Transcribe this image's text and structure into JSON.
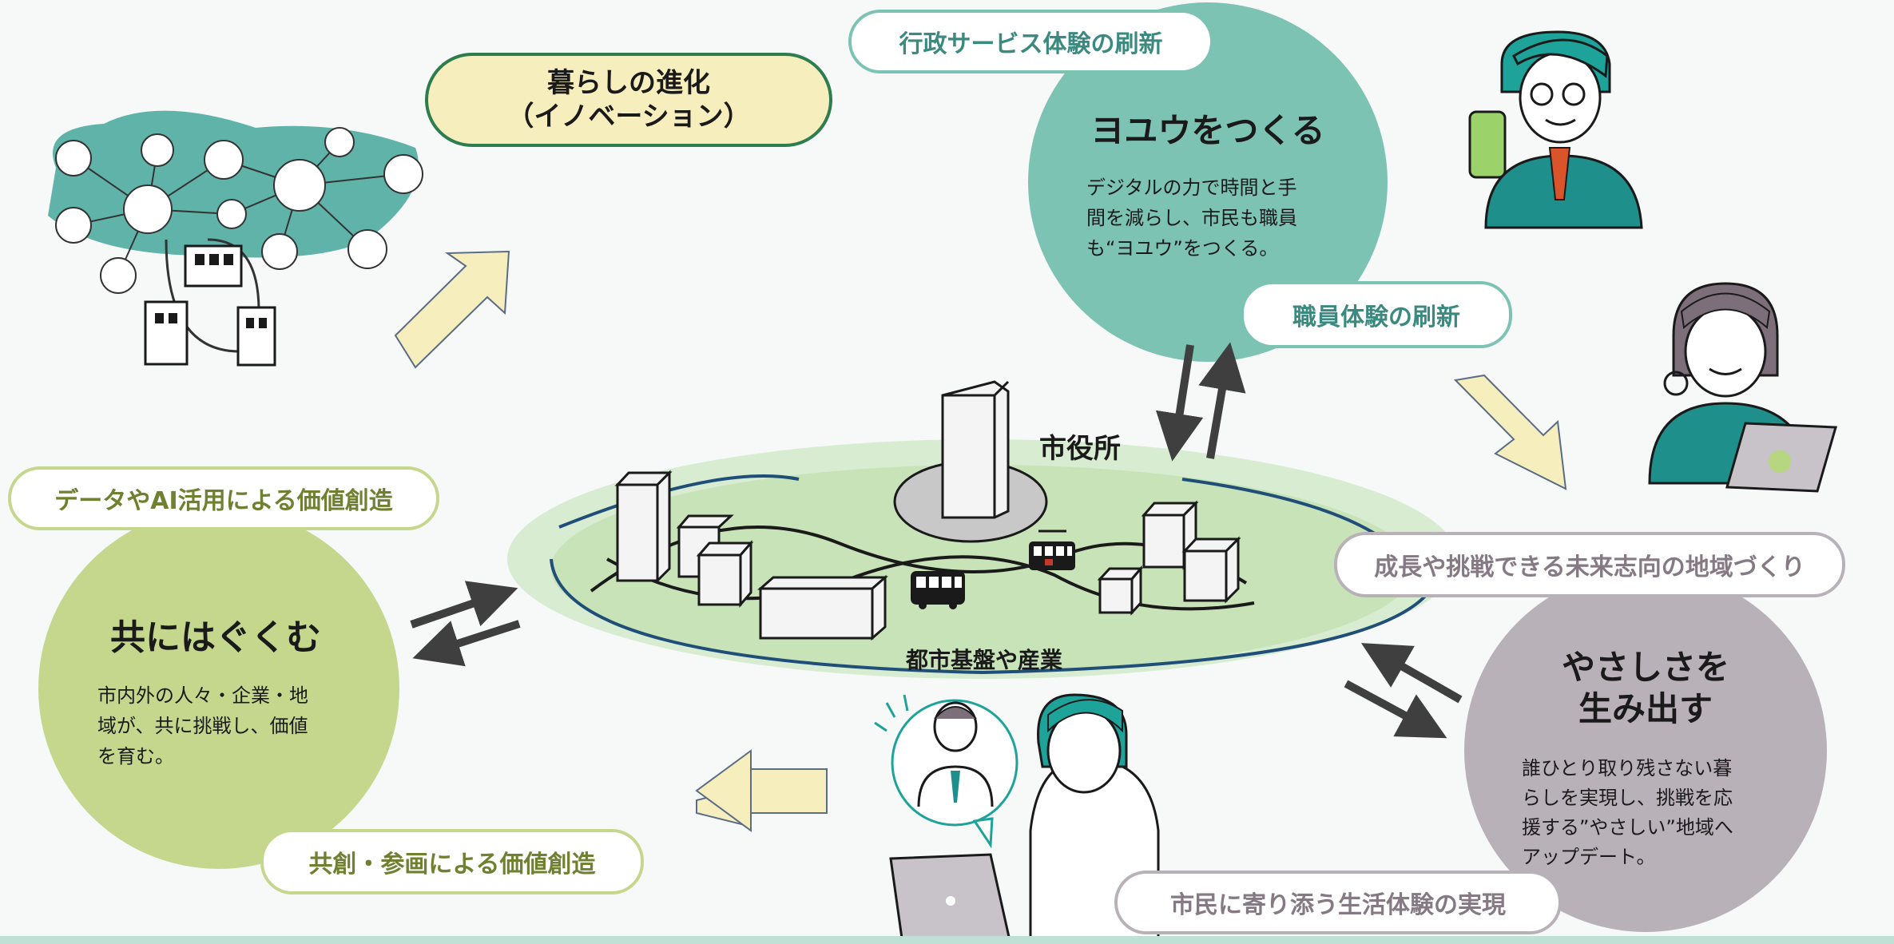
{
  "colors": {
    "teal": "#7cc3b4",
    "olive": "#c5d78d",
    "mauve": "#b9b1b8",
    "cream": "#f7eebd",
    "dark_arrow": "#3f3f3f",
    "pale_green": "#cfe8c5"
  },
  "innovation": {
    "line1": "暮らしの進化",
    "line2": "（イノベーション）"
  },
  "yoyu": {
    "tag": "行政サービス体験の刷新",
    "title": "ヨユウをつくる",
    "body": [
      "デジタルの力で時間と手",
      "間を減らし、市民も職員",
      "も“ヨユウ”をつくる。"
    ],
    "tag2": "職員体験の刷新"
  },
  "hagukumu": {
    "tag": "データやAI活用による価値創造",
    "title": "共にはぐくむ",
    "body": [
      "市内外の人々・企業・地",
      "域が、共に挑戦し、価値",
      "を育む。"
    ],
    "tag2": "共創・参画による価値創造"
  },
  "yasashisa": {
    "tag": "成長や挑戦できる未来志向の地域づくり",
    "title_line1": "やさしさを",
    "title_line2": "生み出す",
    "body": [
      "誰ひとり取り残さない暮",
      "らしを実現し、挑戦を応",
      "援する”やさしい”地域へ",
      "アップデート。"
    ],
    "tag2": "市民に寄り添う生活体験の実現"
  },
  "city": {
    "cityhall_label": "市役所",
    "infra_label": "都市基盤や産業"
  },
  "icons": [
    "network-icon",
    "phone-man-icon",
    "laptop-woman-icon",
    "doctor-consult-icon",
    "bus-icon",
    "tram-icon"
  ]
}
